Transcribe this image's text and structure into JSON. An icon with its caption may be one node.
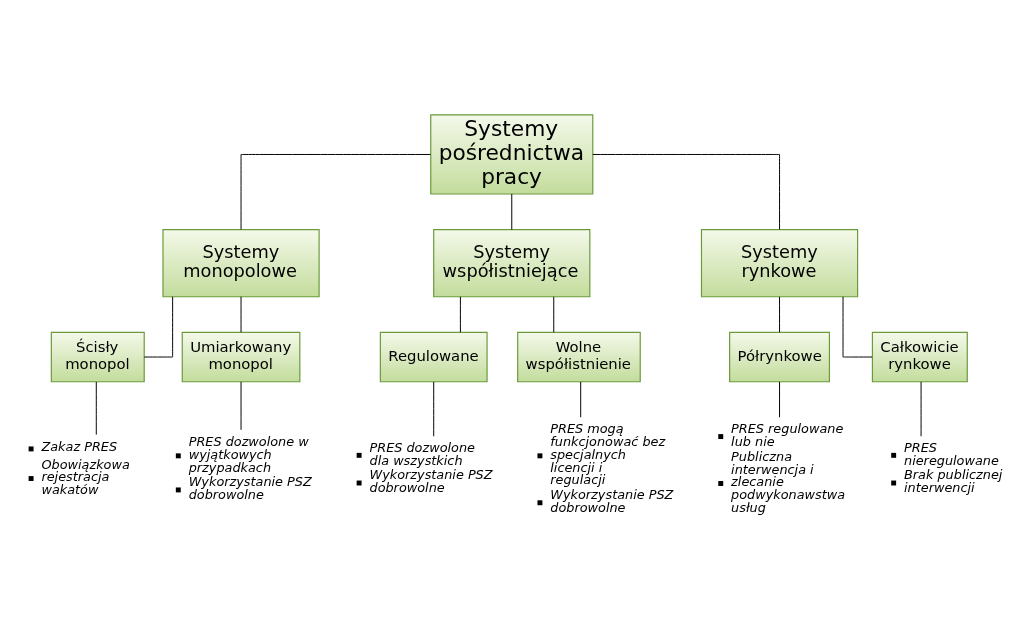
{
  "diagram": {
    "nodes": [
      {
        "text": [
          "Systemy pośrednictwa pracy"
        ]
      },
      {
        "text": [
          "Systemy monopolowe"
        ]
      },
      {
        "text": [
          "Systemy współistniejące"
        ]
      },
      {
        "text": [
          "Systemy rynkowe"
        ]
      },
      {
        "text": [
          "Ścisły monopol"
        ]
      },
      {
        "text": [
          "Umiarkowany monopol"
        ]
      },
      {
        "text": [
          "Regulowane"
        ]
      },
      {
        "text": [
          "Wolne współistnienie"
        ]
      },
      {
        "text": [
          "Półrynkowe"
        ]
      },
      {
        "text": [
          "Całkowicie rynkowe"
        ]
      },
      {
        "text": [
          "Zakaz PRES",
          "Obowiązkowa rejestracja wakatów"
        ]
      },
      {
        "text": [
          "PRES dozwolone w wyjątkowych przypadkach",
          "Wykorzystanie PSZ dobrowolne"
        ]
      },
      {
        "text": [
          "PRES dozwolone dla wszystkich",
          "Wykorzystanie PSZ dobrowolne"
        ]
      },
      {
        "text": [
          "PRES mogą funkcjonować bez specjalnych licencji i regulacji",
          "Wykorzystanie PSZ dobrowolne"
        ]
      },
      {
        "text": [
          "PRES regulowane lub nie",
          "Publiczna interwencja i zlecanie podwykonawstwa usług"
        ]
      },
      {
        "text": [
          "PRES nieregulowane",
          "Brak publicznej interwencji"
        ]
      }
    ],
    "edges": [
      {
        "from": 0,
        "to": 1,
        "arrow": "none"
      },
      {
        "from": 0,
        "to": 2,
        "arrow": "none"
      },
      {
        "from": 0,
        "to": 3,
        "arrow": "none"
      },
      {
        "from": 1,
        "to": 4,
        "arrow": "none"
      },
      {
        "from": 1,
        "to": 5,
        "arrow": "none"
      },
      {
        "from": 2,
        "to": 6,
        "arrow": "none"
      },
      {
        "from": 2,
        "to": 7,
        "arrow": "none"
      },
      {
        "from": 3,
        "to": 8,
        "arrow": "none"
      },
      {
        "from": 3,
        "to": 9,
        "arrow": "none"
      },
      {
        "from": 4,
        "to": 10,
        "arrow": "none"
      },
      {
        "from": 5,
        "to": 11,
        "arrow": "none"
      },
      {
        "from": 6,
        "to": 12,
        "arrow": "none"
      },
      {
        "from": 7,
        "to": 13,
        "arrow": "none"
      },
      {
        "from": 8,
        "to": 14,
        "arrow": "none"
      },
      {
        "from": 9,
        "to": 15,
        "arrow": "none"
      }
    ]
  }
}
